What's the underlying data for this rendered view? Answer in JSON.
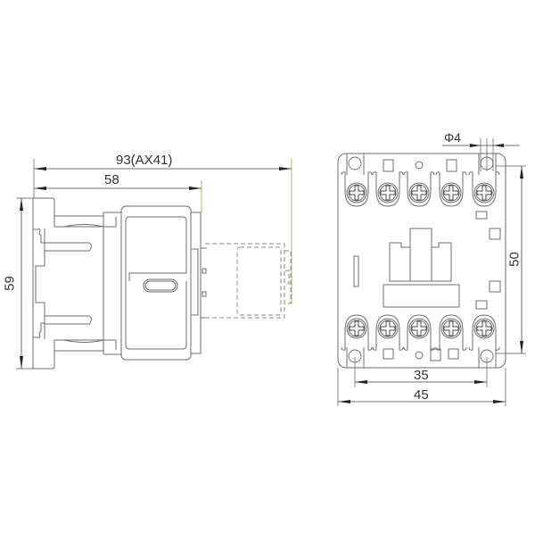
{
  "drawing": {
    "subject": "contactor dimension drawing",
    "side_view": {
      "dimensions": {
        "overall_width_with_aux": "93(AX41)",
        "body_width": "58",
        "height": "59"
      },
      "auxiliary_block": "dashed outline (AX41 add-on)"
    },
    "front_view": {
      "dimensions": {
        "mounting_hole_diameter": "Φ4",
        "mounting_hole_vertical_spacing": "50",
        "mounting_hole_horizontal_spacing": "35",
        "overall_width": "45"
      },
      "top_terminals": 5,
      "bottom_terminals": 5
    },
    "colors": {
      "line": "#6e6e6e",
      "dimension": "#444444",
      "extension_green": "#9bbf6a",
      "text": "#333333",
      "background": "#ffffff"
    }
  }
}
